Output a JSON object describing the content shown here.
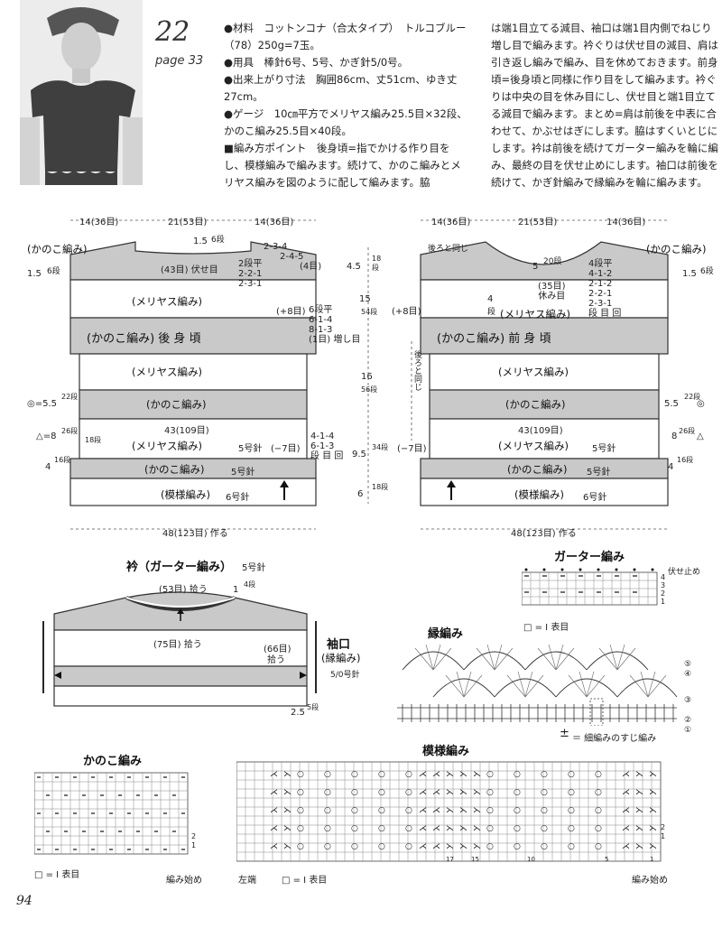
{
  "header": {
    "pattern_number": "22",
    "page_ref": "page 33"
  },
  "instructions": {
    "col1": [
      "●材料　コットンコナ（合太タイプ）　トルコブルー（78）250g=7玉。",
      "●用具　棒針6号、5号、かぎ針5/0号。",
      "●出来上がり寸法　胸囲86cm、丈51cm、ゆき丈27cm。",
      "●ゲージ　10㎝平方でメリヤス編み25.5目×32段、かのこ編み25.5目×40段。",
      "■編み方ポイント　後身頃=指でかける作り目をし、模様編みで編みます。続けて、かのこ編みとメリヤス編みを図のように配して編みます。脇"
    ],
    "col2": [
      "は端1目立てる減目、袖口は端1目内側でねじり増し目で編みます。衿ぐりは伏せ目の減目、肩は引き返し編みで編み、目を休めておきます。前身頃=後身頃と同様に作り目をして編みます。衿ぐりは中央の目を休み目にし、伏せ目と端1目立てる減目で編みます。まとめ=肩は前後を中表に合わせて、かぶせはぎにします。脇はすくいとじにします。衿は前後を続けてガーター編みを輪に編み、最終の目を伏せ止めにします。袖口は前後を続けて、かぎ針編みで縁編みを輪に編みます。"
    ]
  },
  "back_body": {
    "top_widths": [
      "14(36目)",
      "21(53目)",
      "14(36目)"
    ],
    "kanoko_top": "(かのこ編み)",
    "shoulder_left": "1.5",
    "shoulder_left_rows": "6段",
    "neck_depth": "1.5",
    "neck_rows": "6段",
    "bind_off": "(43目) 伏せ目",
    "neck_dec": [
      "2段平",
      "2-2-1",
      "2-3-1"
    ],
    "shoulder_dec": [
      "2-3-4",
      "2-4-5",
      "(4目)"
    ],
    "right_45": "4.5",
    "right_45_rows": "18段",
    "band_meriyasu": "(メリヤス編み)",
    "plus8": "(+8目)",
    "right_15": "15",
    "right_15_rows": "54段",
    "inc_sched": [
      "6段平",
      "6-1-4",
      "8-1-3",
      "(1目) 増し目"
    ],
    "band_kanoko_title": "(かのこ編み) 後 身 頃",
    "band_meriyasu2": "(メリヤス編み)",
    "right_16": "16",
    "right_16_rows": "56段",
    "band_kanoko2": "(かのこ編み)",
    "left_55": "◎=5.5",
    "left_55_rows": "22段",
    "width_43": "43(109目)",
    "left_8": "△=8",
    "left_8_rows": "26段",
    "left_18": "18段",
    "band_meriyasu3": "(メリヤス編み)",
    "needle5": "5号針",
    "minus7": "(−7目)",
    "dec_sched": [
      "4-1-4",
      "6-1-3",
      "段 目 回"
    ],
    "right_95": "9.5",
    "right_95_rows": "34段",
    "left_4": "4",
    "left_4_rows": "16段",
    "band_kanoko3": "(かのこ編み)",
    "needle5b": "5号針",
    "band_moyo": "(模様編み)",
    "needle6": "6号針",
    "right_6": "6",
    "right_6_rows": "18段",
    "bottom_width": "48(123目) 作る"
  },
  "front_body": {
    "top_widths": [
      "14(36目)",
      "21(53目)",
      "14(36目)"
    ],
    "same_as_back": "後ろと同じ",
    "kanoko_top": "(かのこ編み)",
    "shoulder_right": "1.5",
    "shoulder_right_rows": "6段",
    "neck_5": "5",
    "neck_5_rows": "20段",
    "neck_dec": [
      "4段平",
      "4-1-2",
      "2-1-2",
      "2-2-1",
      "2-3-1",
      "段 目 回"
    ],
    "rest": [
      "(35目)",
      "休み目"
    ],
    "neck_left": "4",
    "neck_left_rows": "段",
    "plus8": "(+8目)",
    "band_meriyasu": "(メリヤス編み)",
    "band_kanoko_title": "(かのこ編み) 前 身 頃",
    "same_side": "後ろと同じ",
    "band_meriyasu2": "(メリヤス編み)",
    "band_kanoko2": "(かのこ編み)",
    "right_55": "5.5",
    "right_55_rows": "22段",
    "right_circ": "◎",
    "width_43": "43(109目)",
    "minus7": "(−7目)",
    "band_meriyasu3": "(メリヤス編み)",
    "needle5": "5号針",
    "right_8": "8",
    "right_8_rows": "26段",
    "right_tri": "△",
    "band_kanoko3": "(かのこ編み)",
    "needle5b": "5号針",
    "right_4": "4",
    "right_4_rows": "16段",
    "band_moyo": "(模様編み)",
    "needle6": "6号針",
    "bottom_width": "48(123目) 作る"
  },
  "collar": {
    "title": "衿（ガーター編み）",
    "needle": "5号針",
    "pick53": "(53目) 拾う",
    "rows": "1",
    "rows_unit": "4段",
    "pick75": "(75目) 拾う",
    "pick66": "(66目)",
    "pick66b": "拾う",
    "cuff_title": "袖口",
    "cuff_sub": "(縁編み)",
    "cuff_needle": "5/0号針",
    "cuff_25": "2.5",
    "cuff_25_rows": "5段"
  },
  "garter": {
    "title": "ガーター編み",
    "bind": "伏せ止め",
    "row_nums": [
      "4",
      "3",
      "2",
      "1"
    ],
    "legend": "□ = Ⅰ 表目"
  },
  "edging": {
    "title": "縁編み",
    "row_nums": [
      "⑤",
      "④",
      "③",
      "②",
      "①"
    ],
    "legend": "＝ 細編みのすじ編み"
  },
  "kanoko": {
    "title": "かのこ編み",
    "row_nums": [
      "2",
      "1"
    ],
    "legend": "□ = Ⅰ 表目",
    "start": "編み始め"
  },
  "moyo": {
    "title": "模様編み",
    "col_nums": [
      "17",
      "15",
      "10",
      "5",
      "1"
    ],
    "row_nums": [
      "2",
      "1"
    ],
    "left": "左端",
    "legend": "□ = Ⅰ 表目",
    "start": "編み始め"
  },
  "footer": {
    "page_number": "94"
  }
}
